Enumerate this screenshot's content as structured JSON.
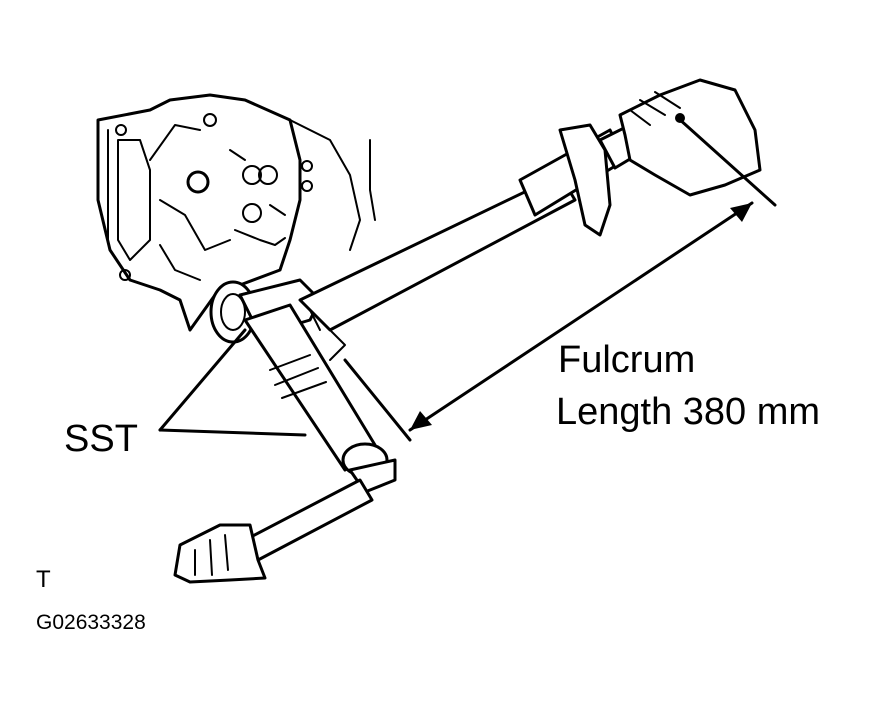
{
  "labels": {
    "fulcrum_line1": "Fulcrum",
    "fulcrum_line2": "Length 380 mm",
    "sst": "SST",
    "corner_mark": "T",
    "figure_code": "G02633328"
  },
  "colors": {
    "ink": "#000000",
    "paper": "#ffffff"
  }
}
